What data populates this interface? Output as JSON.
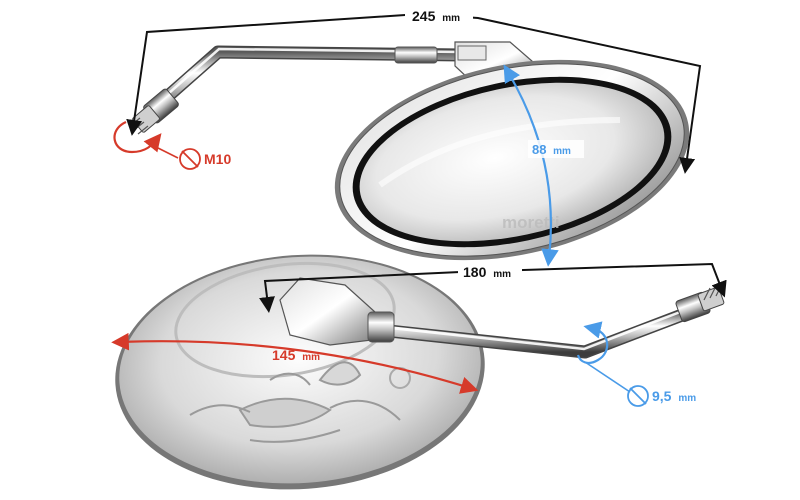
{
  "colors": {
    "background": "#ffffff",
    "dimension_black": "#111111",
    "dimension_blue": "#4a9be8",
    "dimension_red": "#d63a2a",
    "chrome_light": "#f4f4f4",
    "chrome_mid": "#b9b9b9",
    "chrome_dark": "#4a4a4a"
  },
  "dimensions": {
    "top_width": {
      "value": "245",
      "unit": "mm"
    },
    "mirror_height": {
      "value": "88",
      "unit": "mm"
    },
    "thread": {
      "value": "M10"
    },
    "arm_length": {
      "value": "180",
      "unit": "mm"
    },
    "back_width": {
      "value": "145",
      "unit": "mm"
    },
    "arm_diameter": {
      "value": "9,5",
      "unit": "mm"
    }
  },
  "watermark": {
    "text": "moretti"
  },
  "icons": [
    "diameter-icon",
    "rotation-arrow-icon"
  ]
}
